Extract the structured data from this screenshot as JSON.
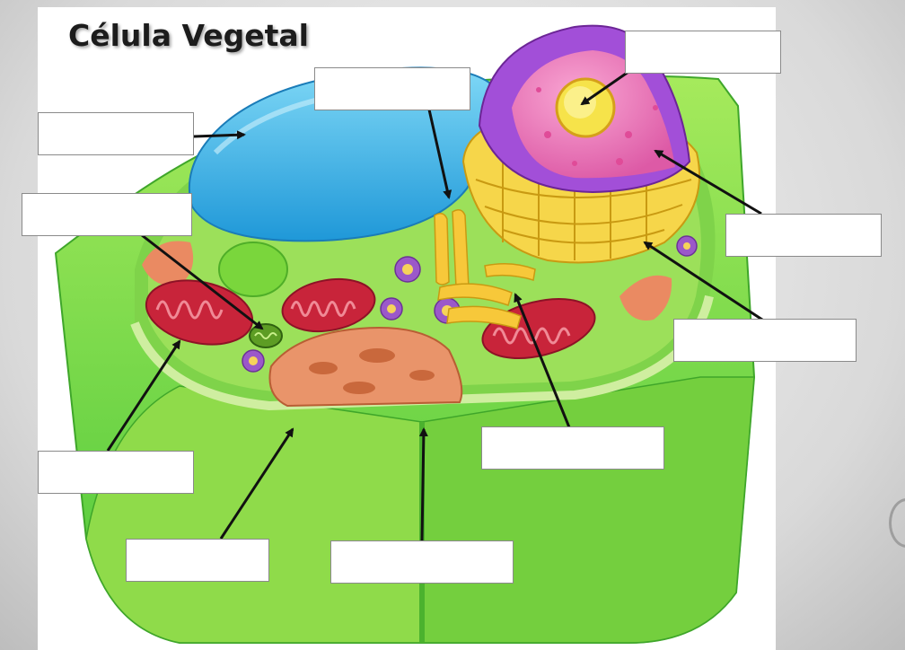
{
  "title": "Célula Vegetal",
  "colors": {
    "wall": "#8be04a",
    "cytoplasm": "#c6ee8a",
    "vacuole": "#39b7ea",
    "nucleus_envelope": "#a24fd8",
    "nucleoplasm": "#f07ab8",
    "nucleolus": "#f6e34a",
    "golgi": "#f7c83a",
    "mitochondria": "#c8243a",
    "chloroplast": "#4a8a1e",
    "amyloplast": "#e9946a",
    "vesicle": "#9b58c9"
  },
  "labels": [
    {
      "id": "label-nucleolus",
      "text": ""
    },
    {
      "id": "label-golgi-left",
      "text": ""
    },
    {
      "id": "label-vacuole",
      "text": ""
    },
    {
      "id": "label-chloroplast",
      "text": ""
    },
    {
      "id": "label-nucleus",
      "text": ""
    },
    {
      "id": "label-endoplasmic-reticulum",
      "text": ""
    },
    {
      "id": "label-mitochondria",
      "text": ""
    },
    {
      "id": "label-golgi-bottom",
      "text": ""
    },
    {
      "id": "label-cell-membrane",
      "text": ""
    },
    {
      "id": "label-cell-wall",
      "text": ""
    }
  ]
}
